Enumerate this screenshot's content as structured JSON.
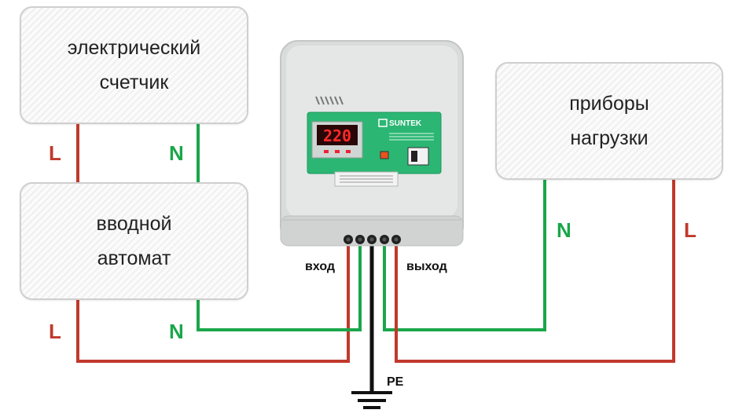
{
  "blocks": {
    "meter": "электрический\nсчетчик",
    "breaker": "вводной\nавтомат",
    "load": "приборы\nнагрузки"
  },
  "wire_labels": {
    "meter_l": "L",
    "meter_n": "N",
    "breaker_l": "L",
    "breaker_n": "N",
    "load_n": "N",
    "load_l": "L"
  },
  "device": {
    "brand": "SUNTEK",
    "display_value": "220"
  },
  "ports": {
    "input": "вход",
    "output": "выход",
    "ground": "PE"
  },
  "colors": {
    "phase_wire": "#c0392b",
    "neutral_wire": "#1aa64a",
    "ground_wire": "#111111",
    "device_panel": "#2bb673",
    "display_digits": "#ff2a2a"
  }
}
